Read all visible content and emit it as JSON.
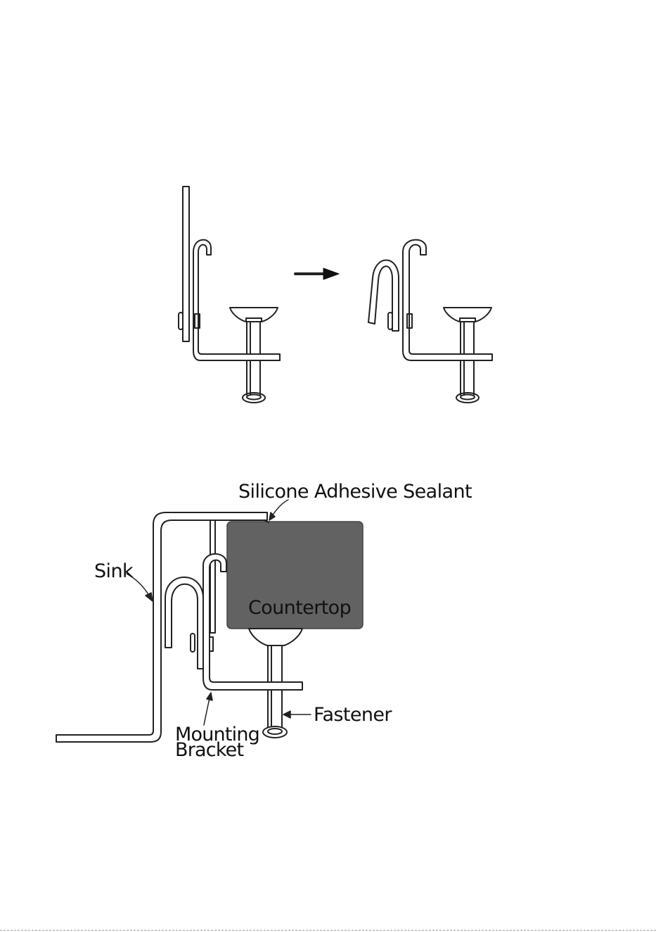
{
  "colors": {
    "line": "#222222",
    "countertop_fill": "#626262",
    "countertop_text": "#000000",
    "background": "#ffffff"
  },
  "top_figure": {
    "arrow_icon": "right-arrow-icon"
  },
  "bottom_figure": {
    "labels": {
      "sealant": "Silicone Adhesive Sealant",
      "sink": "Sink",
      "countertop": "Countertop",
      "fastener": "Fastener",
      "bracket_line1": "Mounting",
      "bracket_line2": "Bracket"
    }
  }
}
